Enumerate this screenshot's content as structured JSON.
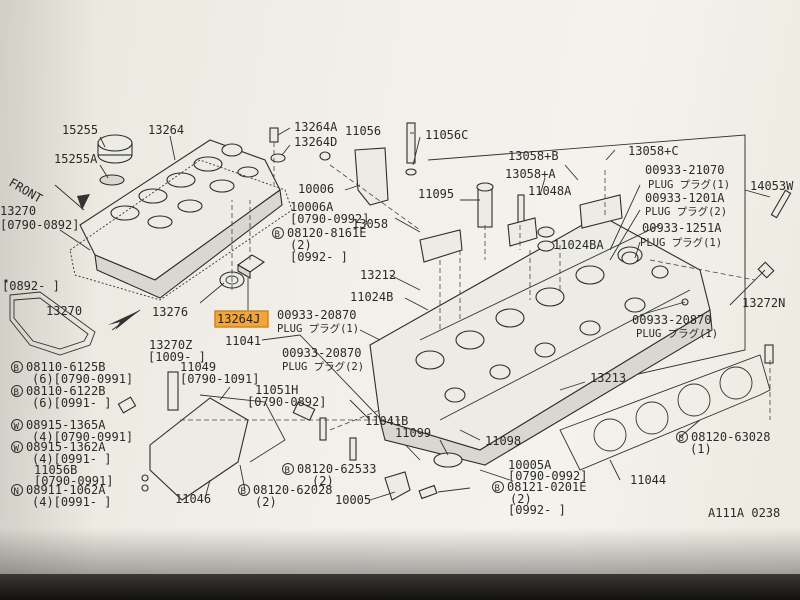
{
  "labels": {
    "p15255": "15255",
    "p15255a": "15255A",
    "p13264": "13264",
    "p13264a": "13264A",
    "p13264d": "13264D",
    "p11056": "11056",
    "p11056c": "11056C",
    "p13058b": "13058+B",
    "p13058c": "13058+C",
    "p13058a": "13058+A",
    "p13058": "13058",
    "p00933_21070": "00933-21070",
    "plug1": "PLUG プラグ(1)",
    "p00933_1201a": "00933-1201A",
    "plug2": "PLUG プラグ(2)",
    "p00933_1251a": "00933-1251A",
    "plug1b": "PLUG プラグ(1)",
    "p14053w": "14053W",
    "front": "FRONT",
    "p13270": "13270",
    "p13270_range": "[0790-0892]",
    "p10006": "10006",
    "p10006a": "10006A",
    "p10006a_range": "[0790-0992]",
    "b08120_8161e": "08120-8161E",
    "b08120_8161e_qty": "(2)",
    "b08120_8161e_range": "[0992-   ]",
    "p11095": "11095",
    "p11048a": "11048A",
    "p11024ba": "11024BA",
    "p0892": "[0892-   ]",
    "p13270b": "13270",
    "p13276": "13276",
    "p13264j": "13264J",
    "p13212": "13212",
    "p11024b": "11024B",
    "p00933_20870a": "00933-20870",
    "plug1c": "PLUG プラグ(1)",
    "p13272n": "13272N",
    "p00933_20870b": "00933-20870",
    "plug1d": "PLUG プラグ(1)",
    "p13270z": "13270Z",
    "p13270z_range": "[1009-   ]",
    "p11049": "11049",
    "p11049_range": "[0790-1091]",
    "p11041": "11041",
    "p00933_20870c": "00933-20870",
    "plug2b": "PLUG プラグ(2)",
    "b08110_6125b": "08110-6125B",
    "b08110_6125b_sub": "(6)[0790-0991]",
    "b08110_6122b": "08110-6122B",
    "b08110_6122b_sub": "(6)[0991-   ]",
    "p11051h": "11051H",
    "p11051h_range": "[0790-0892]",
    "p13213": "13213",
    "w08915_1365a": "08915-1365A",
    "w08915_1365a_sub": "(4)[0790-0991]",
    "w08915_1362a": "08915-1362A",
    "w08915_1362a_sub": "(4)[0991-   ]",
    "p11041b": "11041B",
    "p11099": "11099",
    "p11098": "11098",
    "b08120_63028": "08120-63028",
    "b08120_63028_qty": "(1)",
    "p11056b": "11056B",
    "p11056b_range": "[0790-0991]",
    "n08911_1062a": "08911-1062A",
    "n08911_1062a_sub": "(4)[0991-   ]",
    "b08120_62533": "08120-62533",
    "b08120_62533_qty": "(2)",
    "p10005a": "10005A",
    "p10005a_range": "[0790-0992]",
    "b08121_0201e": "08121-0201E",
    "b08121_0201e_qty": "(2)",
    "b08121_0201e_range": "[0992-   ]",
    "p11044": "11044",
    "p11046": "11046",
    "b08120_62028": "08120-62028",
    "b08120_62028_qty": "(2)",
    "p10005": "10005",
    "ref": "A111A 0238"
  },
  "highlight_color": "#f2a53b",
  "icons": [
    "front-arrow-icon",
    "circled-b-icon",
    "circled-w-icon",
    "circled-n-icon"
  ]
}
